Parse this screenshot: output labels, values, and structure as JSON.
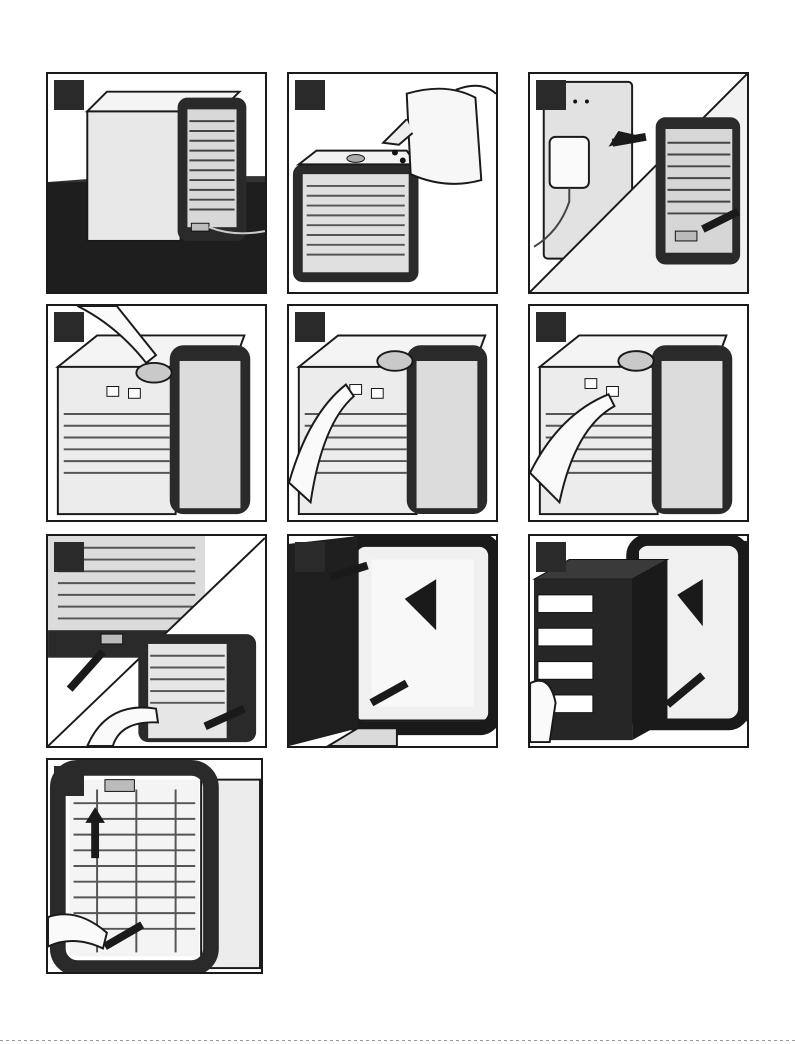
{
  "document": {
    "type": "instruction illustration sheet",
    "panels": [
      {
        "id": 1,
        "icon": "cooler-plugged-usb-illustration"
      },
      {
        "id": 2,
        "icon": "fill-water-tank-pitcher-illustration"
      },
      {
        "id": 3,
        "icon": "wall-adapter-plug-illustration"
      },
      {
        "id": 4,
        "icon": "press-power-button-illustration"
      },
      {
        "id": 5,
        "icon": "press-fan-speed-button-illustration"
      },
      {
        "id": 6,
        "icon": "press-light-button-illustration"
      },
      {
        "id": 7,
        "icon": "open-drain-tab-illustration"
      },
      {
        "id": 8,
        "icon": "remove-filter-cover-illustration"
      },
      {
        "id": 9,
        "icon": "insert-filter-cartridge-illustration"
      },
      {
        "id": 10,
        "icon": "lift-grille-illustration"
      }
    ],
    "colors": {
      "ink": "#1a1a1a",
      "panel_bg": "#ffffff",
      "mid_gray": "#bdbdbd",
      "light_gray": "#e6e6e6"
    }
  }
}
